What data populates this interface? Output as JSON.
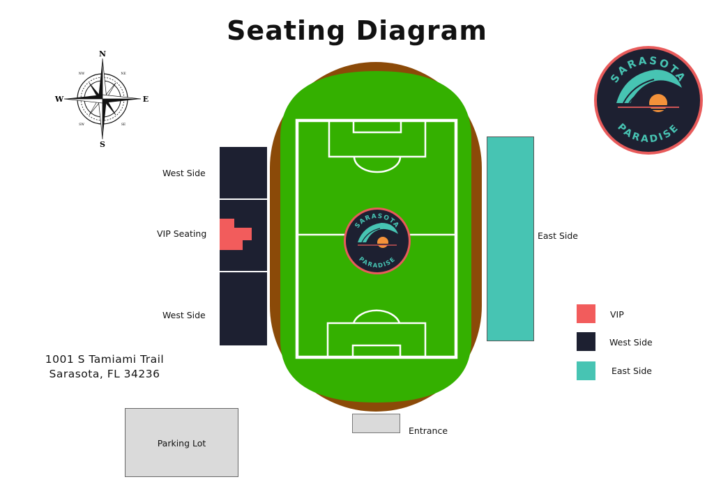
{
  "title": "Seating Diagram",
  "compass": {
    "n": "N",
    "s": "S",
    "e": "E",
    "w": "W",
    "ne": "NE",
    "nw": "NW",
    "se": "SE",
    "sw": "SW"
  },
  "sections": {
    "west_top": "West Side",
    "vip": "VIP Seating",
    "west_bottom": "West Side",
    "east": "East Side"
  },
  "legend": [
    {
      "label": "VIP",
      "color": "#f25c5c"
    },
    {
      "label": "West Side",
      "color": "#1d2031"
    },
    {
      "label": "East Side",
      "color": "#47c4b3"
    }
  ],
  "address": {
    "line1": "1001 S Tamiami Trail",
    "line2": "Sarasota, FL 34236"
  },
  "parking": "Parking Lot",
  "entrance": "Entrance",
  "logo": {
    "top": "SARASOTA",
    "bottom": "PARADISE"
  },
  "colors": {
    "track": "#8b4a08",
    "field": "#34b000",
    "west": "#1d2031",
    "east": "#47c4b3",
    "vip": "#f25c5c",
    "logo_ring": "#e85b5b"
  }
}
